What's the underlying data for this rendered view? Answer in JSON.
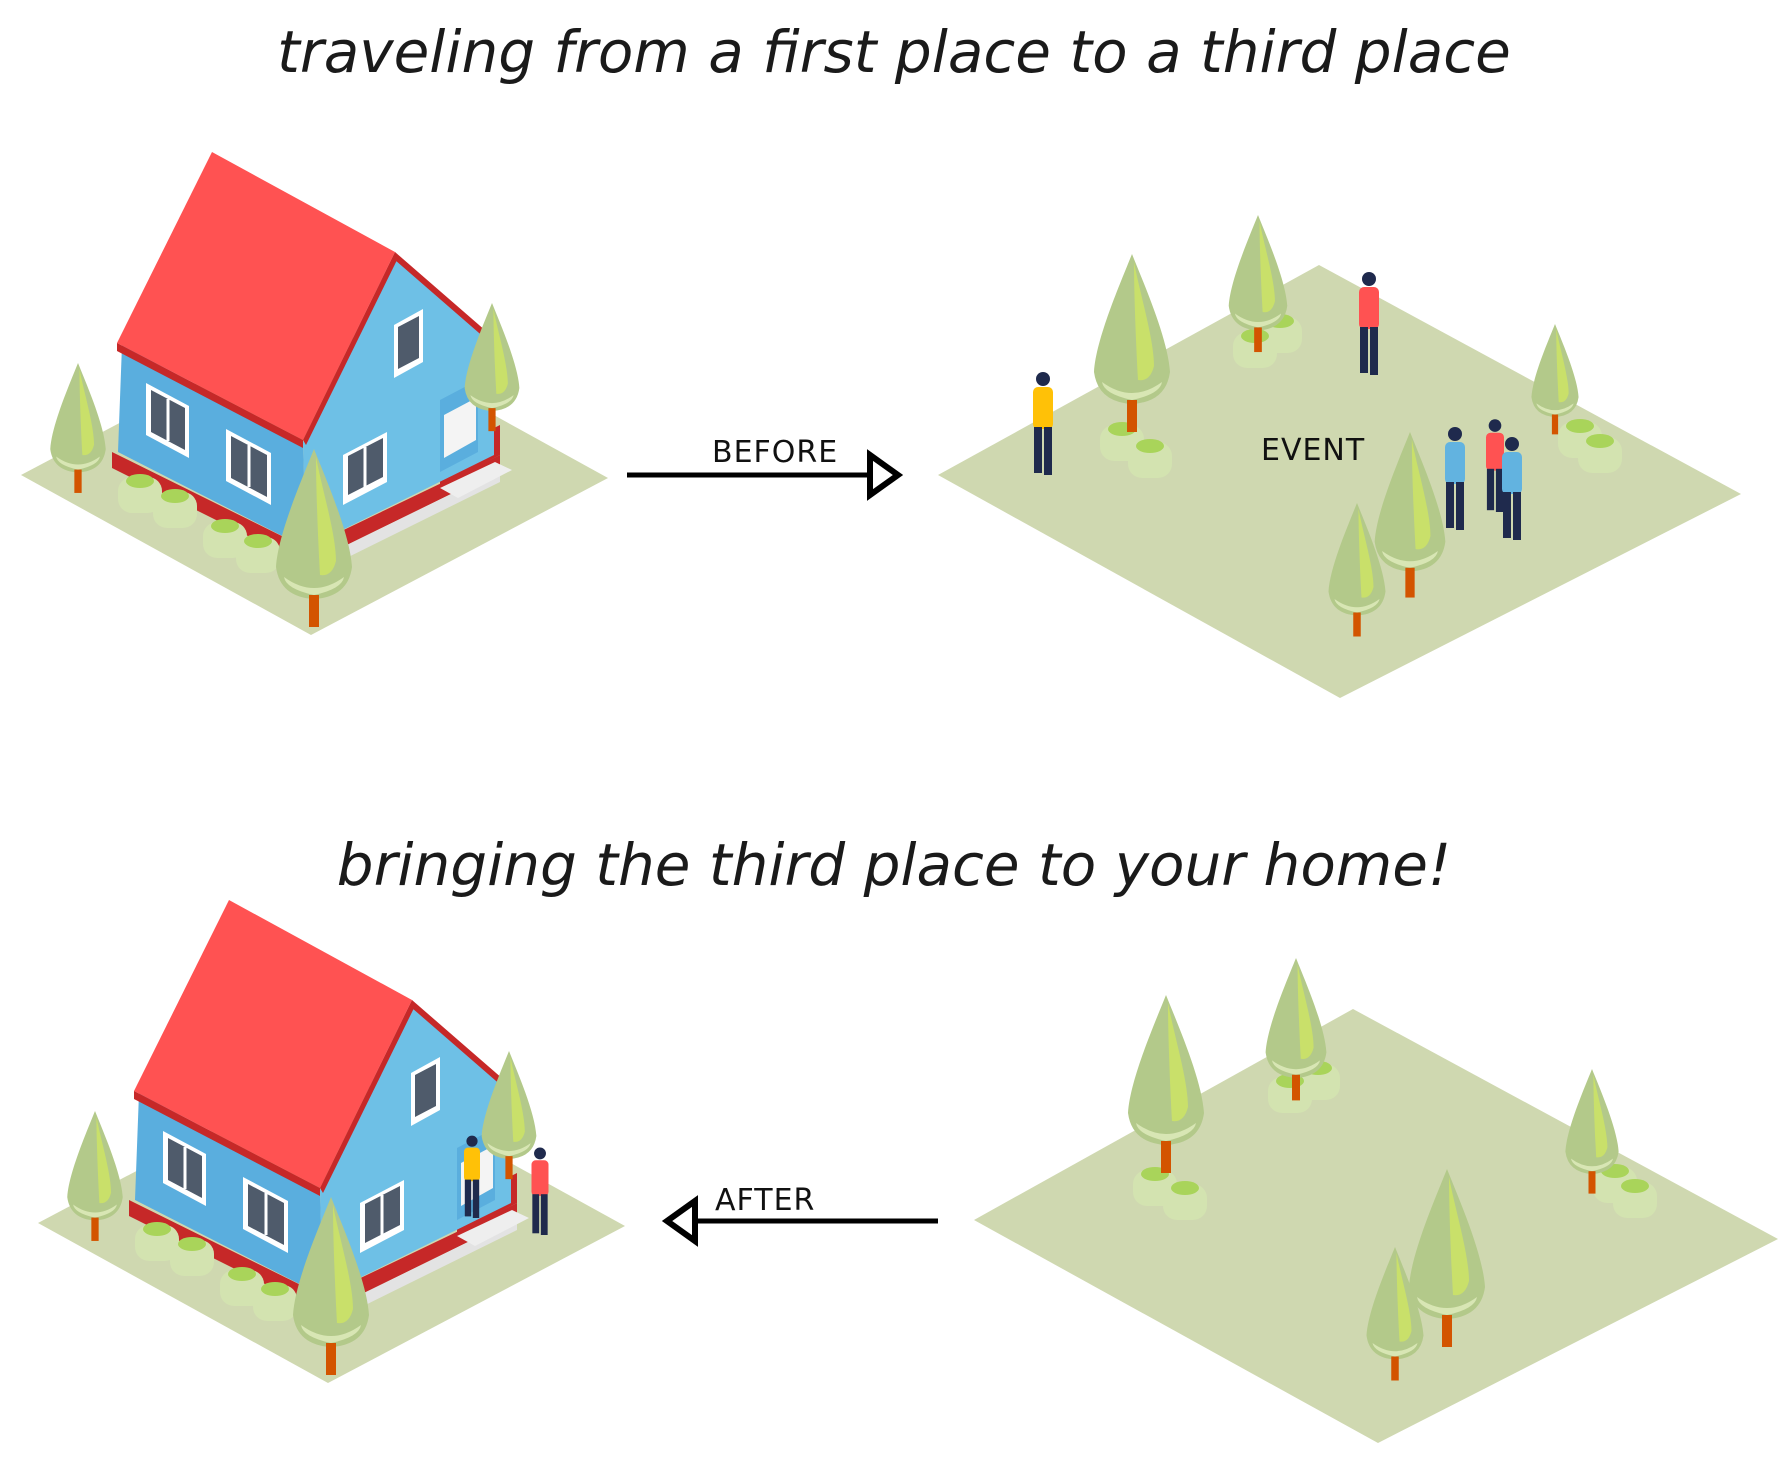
{
  "top_title": "traveling from a first place to a third place",
  "bottom_title": "bringing the third place to your home!",
  "before_label": "BEFORE",
  "after_label": "AFTER",
  "event_label": "EVENT",
  "colors": {
    "roof": "#ff5252",
    "roof_edge": "#c62828",
    "wall_side": "#5aaede",
    "wall_front": "#6ec0e6",
    "window": "#4f5b6b",
    "ground": "#cfd8b0",
    "tree_dark": "#b3c98a",
    "tree_light": "#c9e06a",
    "trunk": "#d35400"
  }
}
